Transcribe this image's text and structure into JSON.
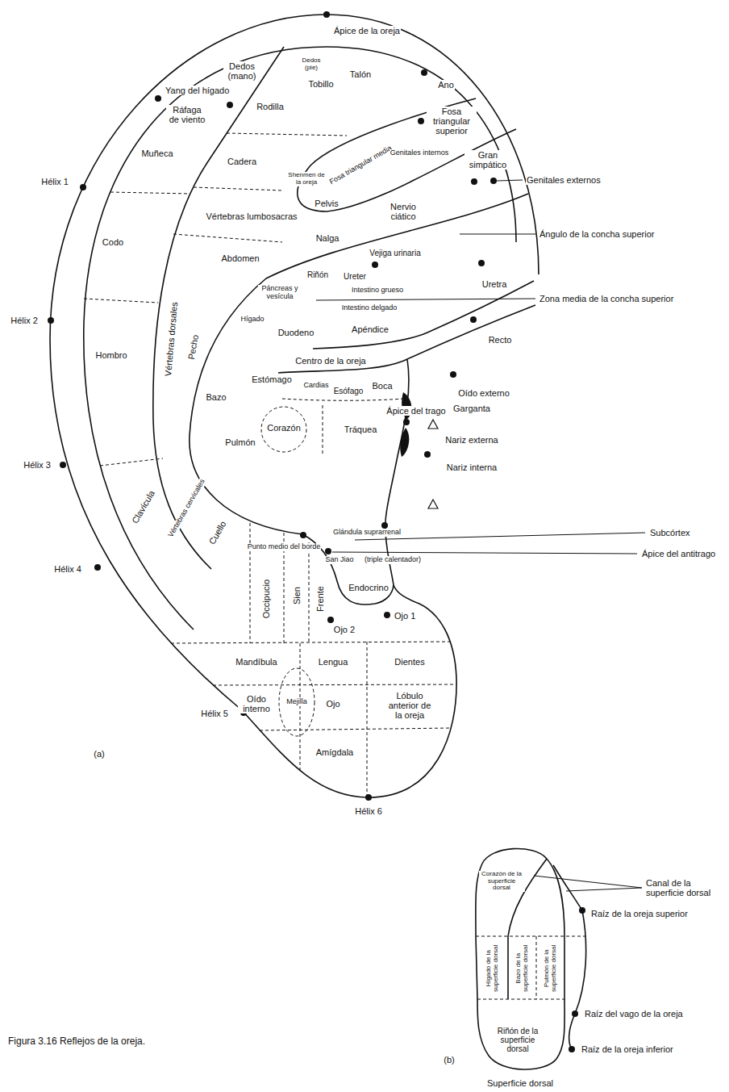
{
  "diagram": {
    "caption": "Figura 3.16 Reflejos de la oreja.",
    "labels": [
      "Ápice de la oreja",
      "Dedos (mano)",
      "Dedos (pie)",
      "Talón",
      "Tobillo",
      "Ano",
      "Fosa triangular superior",
      "Yang del hígado",
      "Ráfaga de viento",
      "Rodilla",
      "Fosa triangular media",
      "Genitales internos",
      "Gran simpático",
      "Genitales externos",
      "Cadera",
      "Shenmen de la oreja",
      "Pelvis",
      "Muñeca",
      "Hélix 1",
      "Vértebras lumbosacras",
      "Nervio ciático",
      "Ángulo de la concha superior",
      "Nalga",
      "Codo",
      "Vejiga urinaria",
      "Abdomen",
      "Riñón",
      "Ureter",
      "Uretra",
      "Páncreas y vesícula",
      "Intestino grueso",
      "Intestino delgado",
      "Zona media de la concha superior",
      "Hélix 2",
      "Hombro",
      "Hígado",
      "Duodeno",
      "Apéndice",
      "Recto",
      "Vértebras dorsales",
      "Pecho",
      "Centro de la oreja",
      "Estómago",
      "Oído externo",
      "Cardias",
      "Esófago",
      "Boca",
      "Bazo",
      "Pulmón",
      "Ápice del trago",
      "Garganta",
      "Corazón",
      "Tráquea",
      "Nariz externa",
      "Nariz interna",
      "Hélix 3",
      "Cuello",
      "Vértebras cervicales",
      "Clavícula",
      "Punto medio del borde",
      "Glándula suprarrenal",
      "Subcórtex",
      "San Jiao",
      "(triple calentador)",
      "Ápice del antitrago",
      "Endocrino",
      "Occipucio",
      "Sien",
      "Frente",
      "Hélix 4",
      "Ojo 2",
      "Ojo 1",
      "Mandíbula",
      "Lengua",
      "Dientes",
      "Mejilla",
      "Oído interno",
      "Ojo",
      "Lóbulo anterior de la oreja",
      "Hélix 5",
      "Amígdala",
      "(a)",
      "Hélix 6",
      "Corazón de la superficie dorsal",
      "Canal de la superficie dorsal",
      "Raíz de la oreja superior",
      "Hígado de la superficie dorsal",
      "Bazo de la superficie dorsal",
      "Pulmón de la superficie dorsal",
      "Raíz del vago de la oreja",
      "Riñón de la superficie dorsal",
      "Raíz de la oreja inferior",
      "(b)",
      "Superficie dorsal"
    ]
  }
}
